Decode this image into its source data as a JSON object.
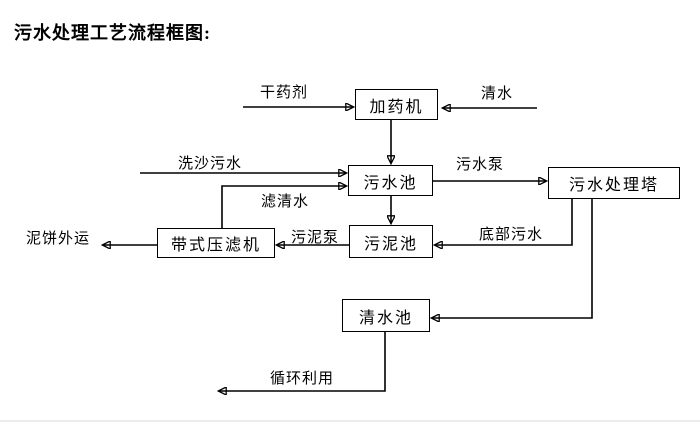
{
  "title": "污水处理工艺流程框图:",
  "diagram": {
    "nodes": {
      "dosing_machine": "加药机",
      "sewage_pool": "污水池",
      "treatment_tower": "污水处理塔",
      "sludge_pool": "污泥池",
      "belt_filter_press": "带式压滤机",
      "clean_water_pool": "清水池"
    },
    "flow_labels": {
      "dry_chemical": "干药剂",
      "clean_water": "清水",
      "sand_washing_sewage": "洗沙污水",
      "sewage_pump": "污水泵",
      "filtered_water": "滤清水",
      "sludge_pump": "污泥泵",
      "bottom_sewage": "底部污水",
      "mud_cake_transport": "泥饼外运",
      "recycling": "循环利用"
    },
    "colors": {
      "line": "#000000",
      "box_border": "#000000",
      "background": "#ffffff",
      "text": "#000000"
    }
  }
}
